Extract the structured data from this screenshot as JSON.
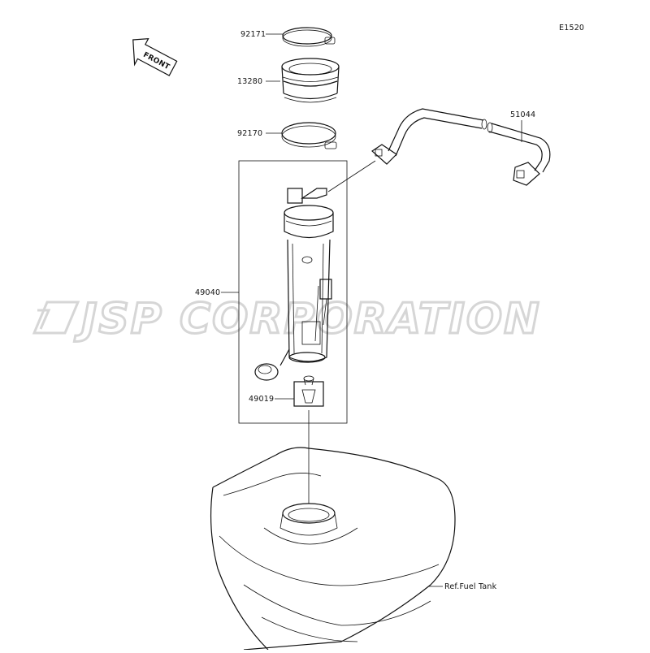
{
  "diagram_code": "E1520",
  "watermark": "JSP CORPORATION",
  "front_label": "FRONT",
  "parts": {
    "clamp_top": "92171",
    "damper": "13280",
    "clamp_bottom": "92170",
    "hose": "51044",
    "fuel_pump_assy": "49040",
    "filter": "49019",
    "fuel_tank_ref": "Ref.Fuel Tank"
  },
  "colors": {
    "line": "#111111",
    "watermark": "#d6d6d6"
  }
}
